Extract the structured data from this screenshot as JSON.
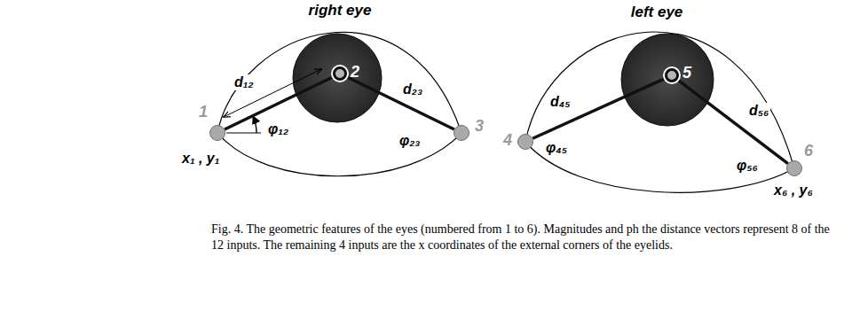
{
  "diagram": {
    "caption": "Fig. 4. The geometric features of the eyes (numbered from 1 to 6). Magnitudes and ph the distance vectors represent 8 of the 12 inputs. The remaining 4 inputs are the x coordinates of the external corners of the eyelids.",
    "nodes": [
      {
        "text": [
          "1"
        ]
      },
      {
        "text": [
          "2"
        ]
      },
      {
        "text": [
          "3"
        ]
      },
      {
        "text": [
          "4"
        ]
      },
      {
        "text": [
          "5"
        ]
      },
      {
        "text": [
          "6"
        ]
      }
    ],
    "edges": [
      {
        "from": 0,
        "to": 1,
        "arrow": "none",
        "label": "d₁₂"
      },
      {
        "from": 1,
        "to": 2,
        "arrow": "none",
        "label": "d₂₃"
      },
      {
        "from": 3,
        "to": 4,
        "arrow": "none",
        "label": "d₄₅"
      },
      {
        "from": 4,
        "to": 5,
        "arrow": "none",
        "label": "d₅₆"
      }
    ],
    "labels": [
      "right eye",
      "left eye",
      "φ₁₂",
      "φ₂₃",
      "φ₄₅",
      "φ₅₆",
      "x₁ , y₁",
      "x₆ , y₆"
    ]
  }
}
